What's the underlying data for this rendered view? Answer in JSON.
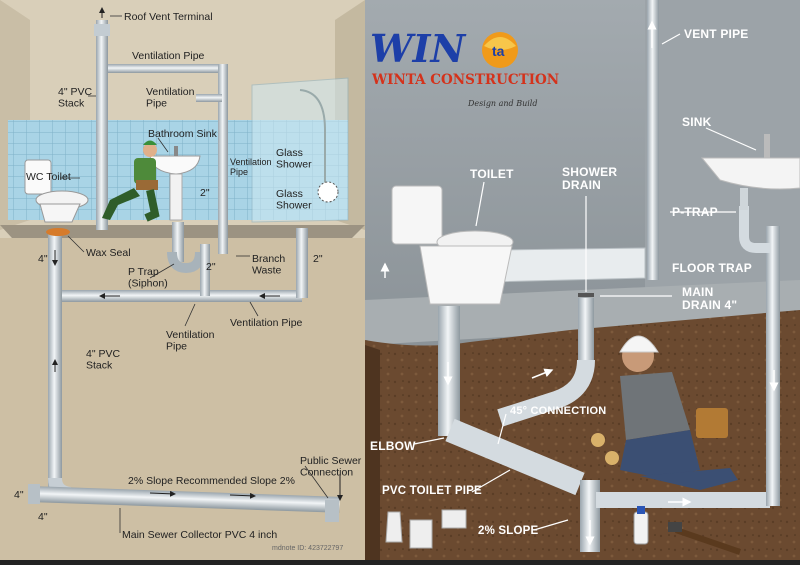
{
  "left_panel": {
    "labels": {
      "roof_vent": "Roof Vent Terminal",
      "ventilation_pipe_top": "Ventilation Pipe",
      "pvc_stack_top": "4\" PVC\nStack",
      "ventilation_pipe_mid": "Ventilation\nPipe",
      "bathroom_sink": "Bathroom Sink",
      "ventilation_pipe_side": "Ventilation\nPipe",
      "glass_shower_top": "Glass\nShower",
      "wc_toilet": "WC Toilet",
      "glass_shower_bottom": "Glass\nShower",
      "size_2_a": "2\"",
      "wax_seal": "Wax Seal",
      "size_4_left": "4\"",
      "p_trap": "P Trap\n(Siphon)",
      "size_2_b": "2\"",
      "branch_waste": "Branch\nWaste",
      "size_2_c": "2\"",
      "ventilation_pipe_low": "Ventilation\nPipe",
      "ventilation_pipe_right": "Ventilation Pipe",
      "pvc_stack_low": "4\" PVC\nStack",
      "public_sewer": "Public Sewer\nConnection",
      "slope": "2% Slope  Recommended Slope 2%",
      "size_4_bottom_a": "4\"",
      "size_4_bottom_b": "4\"",
      "main_sewer": "Main Sewer Collector PVC 4 inch",
      "watermark": "mdnote ID: 423722797"
    }
  },
  "right_panel": {
    "brand": {
      "logo_word": "WIN",
      "logo_suffix": "ta",
      "company": "WINTA CONSTRUCTION",
      "tagline": "Design and Build"
    },
    "labels": {
      "vent_pipe": "VENT PIPE",
      "sink": "SINK",
      "toilet": "TOILET",
      "shower_drain": "SHOWER\nDRAIN",
      "p_trap": "P-TRAP",
      "floor_trap": "FLOOR TRAP",
      "main_drain": "MAIN\nDRAIN 4\"",
      "connection_45": "45° CONNECTION",
      "elbow": "ELBOW",
      "pvc_toilet_pipe": "PVC TOILET PIPE",
      "slope": "2% SLOPE"
    }
  },
  "colors": {
    "left_bg": "#d9cfb9",
    "tiles": "#a9d4e6",
    "pipe": "#d6dde2",
    "right_wall": "#8e969b",
    "soil": "#6b4a30",
    "brand_blue": "#1d3fa8",
    "brand_orange": "#f09a1a"
  }
}
